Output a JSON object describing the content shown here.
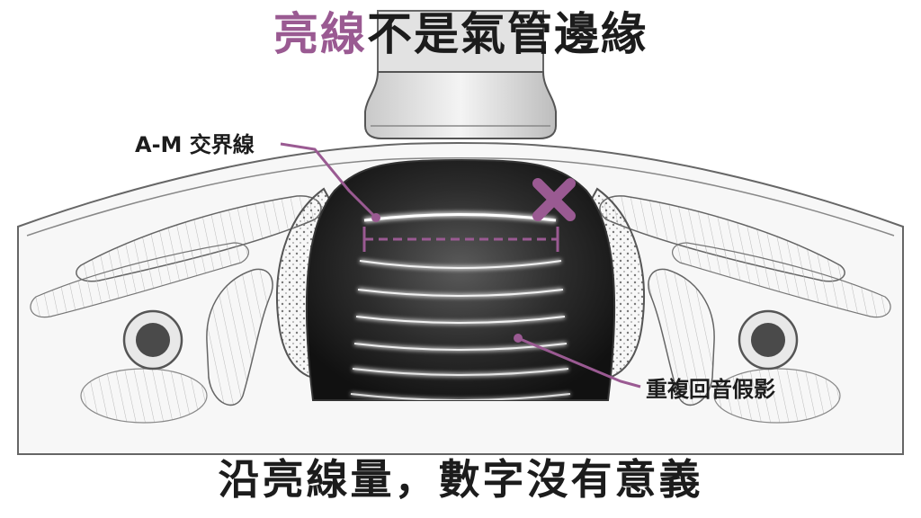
{
  "title": {
    "highlight": "亮線",
    "rest": "不是氣管邊緣"
  },
  "labels": {
    "am_line": "A-M 交界線",
    "reverberation": "重複回音假影"
  },
  "caption": "沿亮線量，數字沒有意義",
  "colors": {
    "accent": "#9a5a92",
    "text": "#1c1c1c",
    "lumen": "#2a2a2a"
  }
}
